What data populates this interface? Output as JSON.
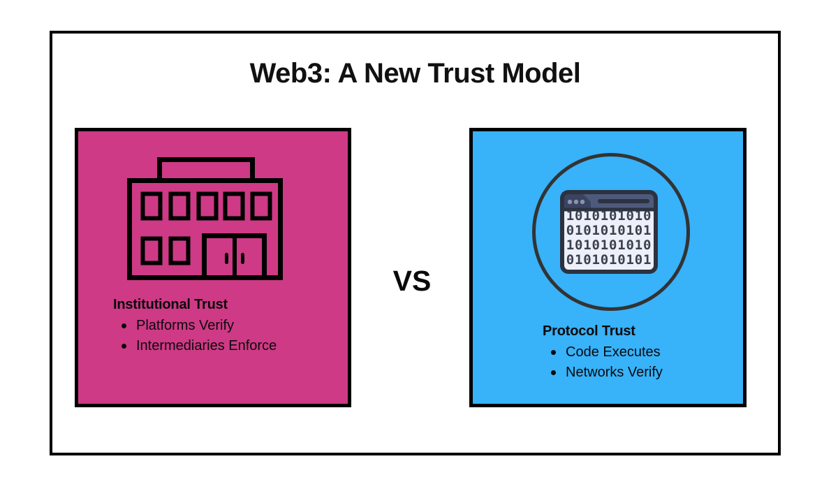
{
  "title": "Web3: A New Trust Model",
  "vs_label": "VS",
  "left_card": {
    "heading": "Institutional Trust",
    "bullets": [
      "Platforms Verify",
      "Intermediaries Enforce"
    ],
    "bg_color": "#ce3a86",
    "icon": "building-icon"
  },
  "right_card": {
    "heading": "Protocol Trust",
    "bullets": [
      "Code Executes",
      "Networks Verify"
    ],
    "bg_color": "#38b2f9",
    "icon": "binary-code-window-icon",
    "binary_rows": [
      "1010101010",
      "0101010101",
      "1010101010",
      "0101010101"
    ]
  },
  "colors": {
    "frame_border": "#000000",
    "card_border": "#000000",
    "pink": "#ce3a86",
    "blue": "#38b2f9",
    "circle_outline": "#333333",
    "window_outline": "#2c3240",
    "window_header": "#4d5a7c",
    "window_tab": "#3a4460",
    "window_body": "#edf0f8",
    "window_dots": "#8b94ae",
    "binary_text": "#3a404e"
  }
}
